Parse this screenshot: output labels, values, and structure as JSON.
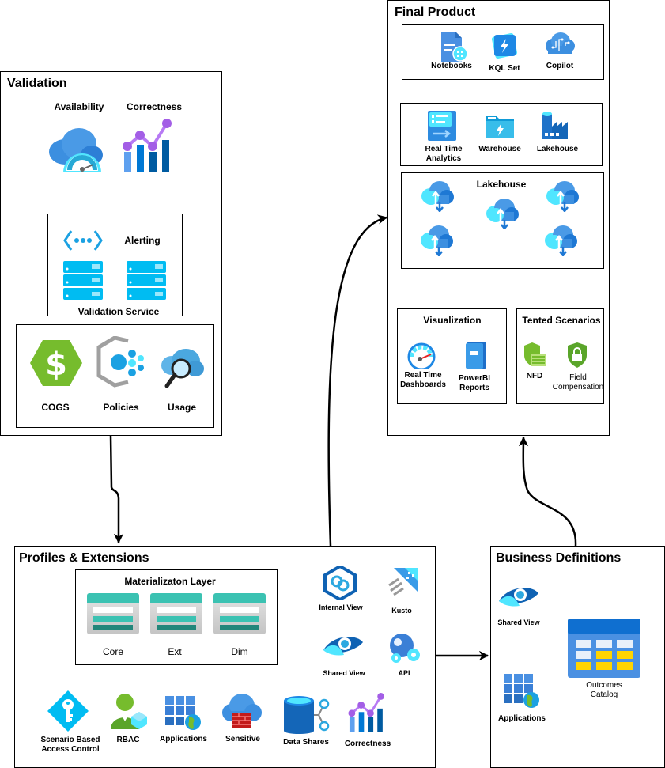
{
  "validation": {
    "title": "Validation",
    "availability_label": "Availability",
    "correctness_label": "Correctness",
    "service_box": {
      "alerting_label": "Alerting",
      "service_label": "Validation Service"
    },
    "items": [
      {
        "label": "COGS",
        "icon": "cogs-dollar-hexagon-icon"
      },
      {
        "label": "Policies",
        "icon": "policies-hexagon-icon"
      },
      {
        "label": "Usage",
        "icon": "usage-cloud-search-icon"
      }
    ]
  },
  "final_product": {
    "title": "Final Product",
    "tools": [
      {
        "label": "Notebooks",
        "icon": "notebook-icon"
      },
      {
        "label": "KQL Set",
        "icon": "kql-queryset-icon"
      },
      {
        "label": "Copilot",
        "icon": "copilot-cloud-icon"
      }
    ],
    "stores": [
      {
        "label": "Real Time\nAnalytics",
        "line1": "Real Time",
        "line2": "Analytics",
        "icon": "real-time-analytics-icon"
      },
      {
        "label": "Warehouse",
        "icon": "warehouse-folder-icon"
      },
      {
        "label": "Lakehouse",
        "icon": "lakehouse-factory-icon"
      }
    ],
    "lakehouse_box": {
      "title": "Lakehouse",
      "node_count": 5
    },
    "visualization": {
      "title": "Visualization",
      "items": [
        {
          "line1": "Real Time",
          "line2": "Dashboards",
          "icon": "dashboard-gauge-icon"
        },
        {
          "line1": "PowerBI",
          "line2": "Reports",
          "icon": "powerbi-report-book-icon"
        }
      ]
    },
    "tented": {
      "title": "Tented Scenarios",
      "items": [
        {
          "line1": "NFD",
          "line2": "",
          "icon": "nfd-shield-icon"
        },
        {
          "line1": "Field",
          "line2": "Compensation",
          "icon": "lock-shield-icon"
        }
      ]
    }
  },
  "profiles": {
    "title": "Profiles & Extensions",
    "materialization": {
      "title": "Materializaton Layer",
      "tables": [
        "Core",
        "Ext",
        "Dim"
      ]
    },
    "views": [
      {
        "label": "Internal View",
        "icon": "internal-view-icon"
      },
      {
        "label": "Kusto",
        "icon": "kusto-icon"
      },
      {
        "label": "Shared View",
        "icon": "shared-view-eye-icon"
      },
      {
        "label": "API",
        "icon": "api-globe-gear-icon"
      }
    ],
    "bottom_items": [
      {
        "line1": "Scenario Based",
        "line2": "Access Control",
        "icon": "key-diamond-icon"
      },
      {
        "line1": "RBAC",
        "line2": "",
        "icon": "rbac-user-icon"
      },
      {
        "line1": "Applications",
        "line2": "",
        "icon": "applications-grid-globe-icon"
      },
      {
        "line1": "Sensitive",
        "line2": "",
        "icon": "sensitive-cloud-firewall-icon"
      },
      {
        "line1": "Data Shares",
        "line2": "",
        "icon": "data-share-cylinder-icon"
      },
      {
        "line1": "Correctness",
        "line2": "",
        "icon": "correctness-chart-icon"
      }
    ]
  },
  "business": {
    "title": "Business Definitions",
    "shared_view_label": "Shared View",
    "applications_label": "Applications",
    "catalog_line1": "Outcomes",
    "catalog_line2": "Catalog"
  },
  "colors": {
    "azure_blue": "#0078d4",
    "light_blue": "#50e6ff",
    "teal": "#3bc2b2",
    "green": "#76bc2d",
    "purple": "#b77af4",
    "red": "#e62323",
    "yellow": "#ffd400"
  }
}
